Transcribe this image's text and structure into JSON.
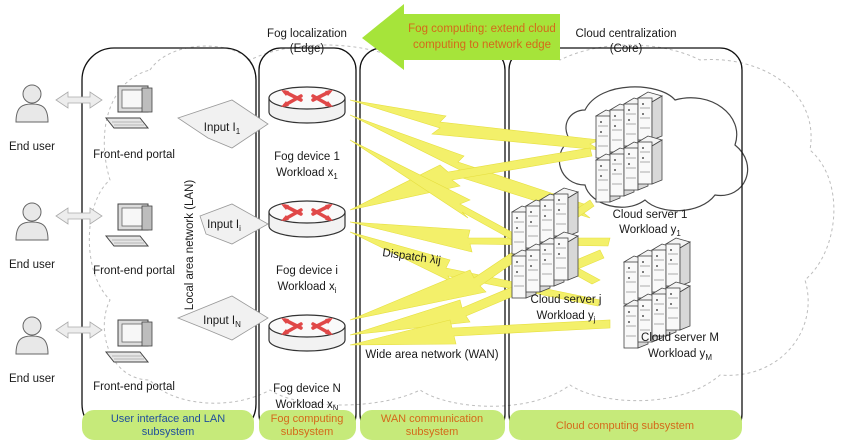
{
  "banner": {
    "line1": "Fog computing: extend cloud",
    "line2": "computing to network edge"
  },
  "headers": {
    "fog_line1": "Fog localization",
    "fog_line2": "(Edge)",
    "cloud_line1": "Cloud centralization",
    "cloud_line2": "(Core)"
  },
  "users": [
    "End user",
    "End user",
    "End user"
  ],
  "portals": [
    "Front-end portal",
    "Front-end portal",
    "Front-end portal"
  ],
  "inputs": [
    {
      "label": "Input I",
      "sub": "1"
    },
    {
      "label": "Input I",
      "sub": "i"
    },
    {
      "label": "Input I",
      "sub": "N"
    }
  ],
  "lan_label": "Local area network (LAN)",
  "fog_devices": [
    {
      "name": "Fog device 1",
      "workload": "Workload x",
      "sub": "1"
    },
    {
      "name": "Fog device i",
      "workload": "Workload x",
      "sub": "i"
    },
    {
      "name": "Fog device N",
      "workload": "Workload x",
      "sub": "N"
    }
  ],
  "dispatch_label": "Dispatch λij",
  "wan_label": "Wide area network (WAN)",
  "cloud_servers": [
    {
      "name": "Cloud server 1",
      "workload": "Workload y",
      "sub": "1"
    },
    {
      "name": "Cloud server j",
      "workload": "Workload y",
      "sub": "j"
    },
    {
      "name": "Cloud server M",
      "workload": "Workload y",
      "sub": "M"
    }
  ],
  "subsystems": [
    {
      "line1": "User interface and LAN",
      "line2": "subsystem",
      "color": "#1f4e9c"
    },
    {
      "line1": "Fog computing",
      "line2": "subsystem",
      "color": "#d4691a"
    },
    {
      "line1": "WAN communication",
      "line2": "subsystem",
      "color": "#d4691a"
    },
    {
      "line1": "Cloud computing subsystem",
      "line2": "",
      "color": "#d4691a"
    }
  ],
  "colors": {
    "banner": "#a6e43a",
    "subsystem_bar": "#c6ea7a",
    "lightning": "#f3f06a",
    "router": "#e04848"
  }
}
